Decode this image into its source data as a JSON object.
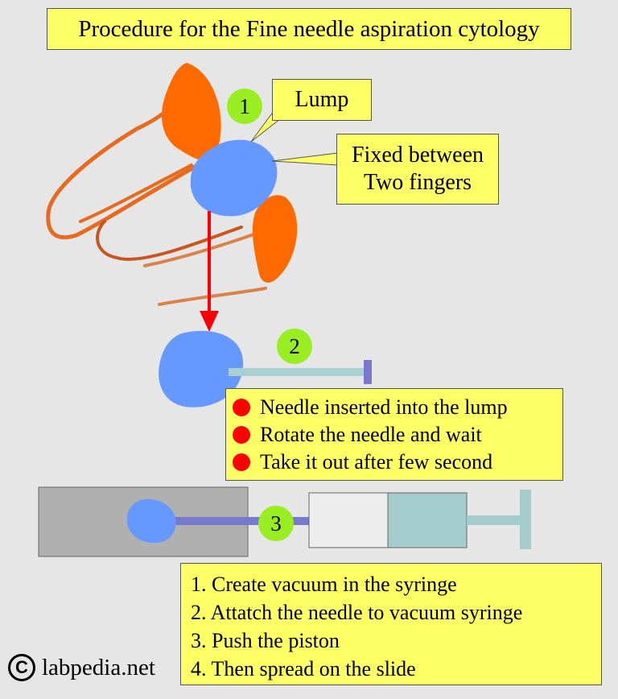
{
  "title": "Procedure for the Fine needle aspiration cytology",
  "callouts": {
    "lump": "Lump",
    "fixed_line1": "Fixed between",
    "fixed_line2": "Two fingers"
  },
  "step_numbers": [
    "1",
    "2",
    "3"
  ],
  "step2_points": [
    "Needle inserted into the lump",
    "Rotate the needle and wait",
    "Take it out after few second"
  ],
  "step3_points": [
    "1. Create vacuum in the syringe",
    "2. Attatch the needle to vacuum syringe",
    "3. Push the piston",
    "4. Then spread on the slide"
  ],
  "footer": {
    "copyright_symbol": "C",
    "site": "labpedia.net"
  },
  "colors": {
    "background": "#e6e6e6",
    "callout_fill": "#ffff66",
    "number_badge": "#99ee22",
    "lump": "#6699ff",
    "finger_nail": "#ff6a00",
    "finger_outline": "#e86a1e",
    "arrow": "#ff0000",
    "needle": "#a8d0d0",
    "slide": "#b0b0b0",
    "syringe_fill": "#a4cccc"
  }
}
